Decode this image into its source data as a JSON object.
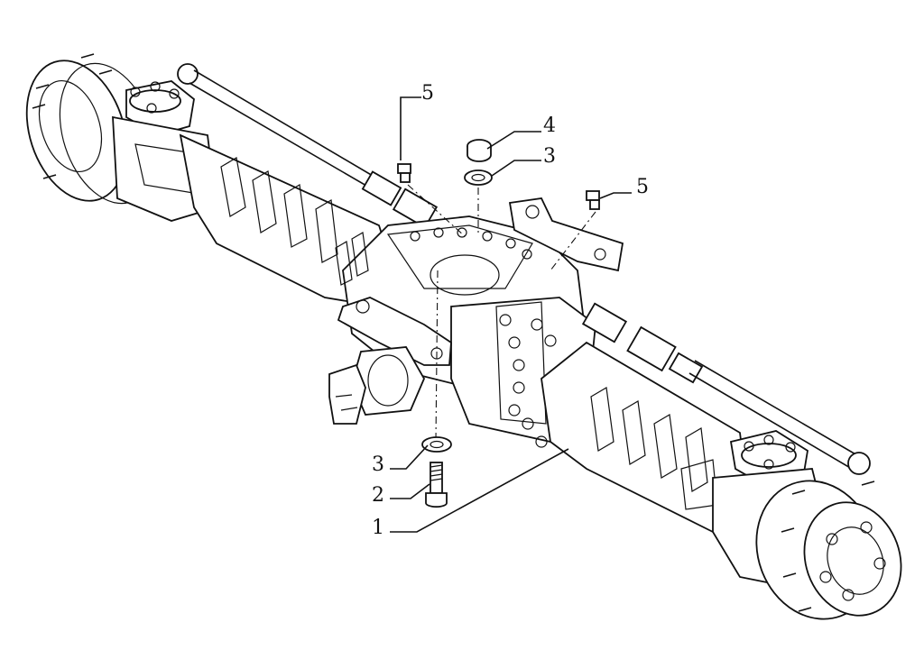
{
  "callouts": [
    {
      "id": "c1",
      "label": "1"
    },
    {
      "id": "c2",
      "label": "2"
    },
    {
      "id": "c3a",
      "label": "3"
    },
    {
      "id": "c3b",
      "label": "3"
    },
    {
      "id": "c4",
      "label": "4"
    },
    {
      "id": "c5a",
      "label": "5"
    },
    {
      "id": "c5b",
      "label": "5"
    }
  ],
  "colors": {
    "line": "#111111",
    "background": "#ffffff"
  }
}
